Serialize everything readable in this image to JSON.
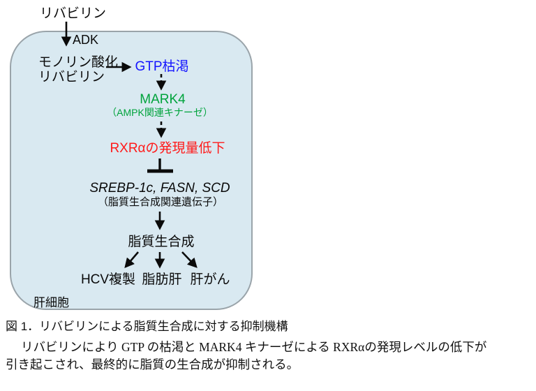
{
  "figure": {
    "input_label": "リバビリン",
    "enzyme_label": "ADK",
    "mono_phosphorylated_line1": "モノリン酸化",
    "mono_phosphorylated_line2": "リバビリン",
    "gtp_depletion": "GTP枯渇",
    "mark4": "MARK4",
    "mark4_subtitle": "（AMPK関連キナーゼ）",
    "rxr_downregulation": "RXRαの発現量低下",
    "lipogenic_genes": "SREBP-1c, FASN, SCD",
    "lipogenic_genes_subtitle": "（脂質生合成関連遺伝子）",
    "lipogenesis": "脂質生合成",
    "outcomes": [
      "HCV複製",
      "脂肪肝",
      "肝がん"
    ],
    "cell_label": "肝細胞"
  },
  "caption": {
    "title": "図 1．リバビリンによる脂質生合成に対する抑制機構",
    "line1": "リバビリンにより GTP の枯渇と MARK4 キナーゼによる RXRαの発現レベルの低下が",
    "line2": "引き起こされ、最終的に脂質の生合成が抑制される。"
  },
  "colors": {
    "cell_fill": "#d9e9f1",
    "cell_border": "#9aa4aa",
    "gtp_blue": "#1515ff",
    "mark4_green": "#00a33c",
    "rxr_red": "#ff1a1a",
    "arrow_black": "#0a0a0a"
  }
}
